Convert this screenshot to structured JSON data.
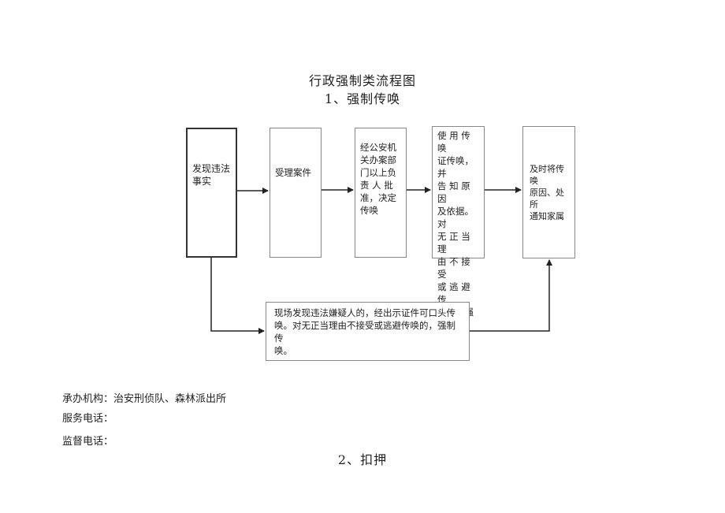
{
  "document": {
    "title": "行政强制类流程图",
    "section_1_title": "1、强制传唤",
    "section_2_title": "2、扣押"
  },
  "flowchart": {
    "steps": [
      {
        "id": "discover",
        "text": "发现违法\n事实"
      },
      {
        "id": "accept",
        "text": "受理案件"
      },
      {
        "id": "approve",
        "text": "经公安机\n关办案部\n门以上负\n责 人 批\n准，决定\n传唤"
      },
      {
        "id": "summon",
        "text": "使 用 传 唤\n证传唤，并\n告 知 原 因\n及依据。对\n无 正 当 理\n由 不 接 受\n或 逃 避 传\n唤的，强制\n传唤"
      },
      {
        "id": "notify",
        "text": "及时将传唤\n原因、处所\n通知家属"
      }
    ],
    "onsite_box": "现场发现违法嫌疑人的，经出示证件可口头传\n唤。对无正当理由不接受或逃避传唤的，强制传\n唤。"
  },
  "info": {
    "organization": "承办机构：治安刑侦队、森林派出所",
    "service_phone": "服务电话：",
    "supervision_phone": "监督电话："
  }
}
